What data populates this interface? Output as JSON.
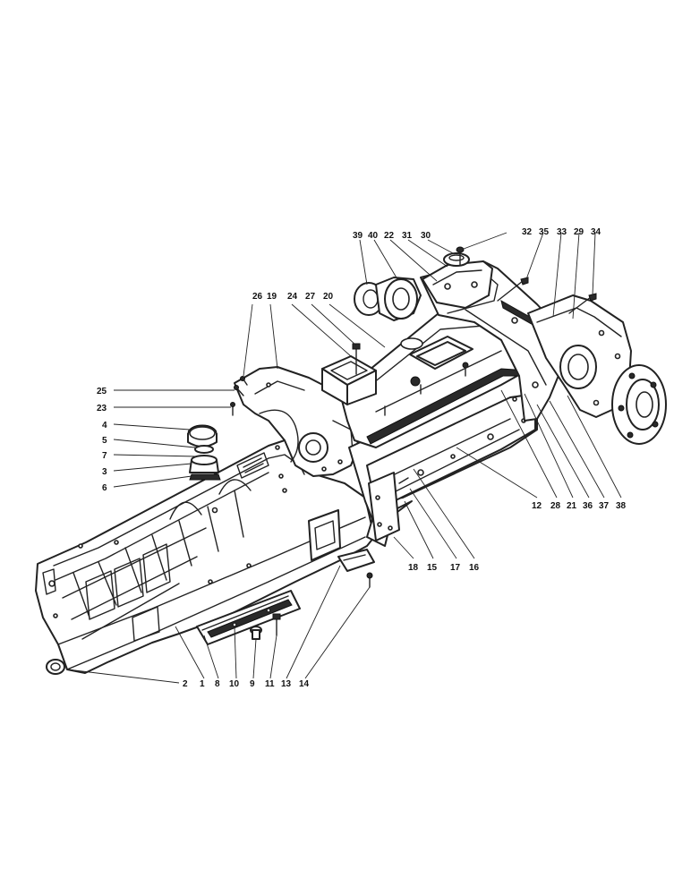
{
  "diagram": {
    "callouts": [
      {
        "id": "c1",
        "text": "1"
      },
      {
        "id": "c2",
        "text": "2"
      },
      {
        "id": "c3",
        "text": "3"
      },
      {
        "id": "c4",
        "text": "4"
      },
      {
        "id": "c5",
        "text": "5"
      },
      {
        "id": "c6",
        "text": "6"
      },
      {
        "id": "c7",
        "text": "7"
      },
      {
        "id": "c8",
        "text": "8"
      },
      {
        "id": "c9",
        "text": "9"
      },
      {
        "id": "c10",
        "text": "10"
      },
      {
        "id": "c11",
        "text": "11"
      },
      {
        "id": "c12",
        "text": "12"
      },
      {
        "id": "c13",
        "text": "13"
      },
      {
        "id": "c14",
        "text": "14"
      },
      {
        "id": "c15",
        "text": "15"
      },
      {
        "id": "c16",
        "text": "16"
      },
      {
        "id": "c17",
        "text": "17"
      },
      {
        "id": "c18",
        "text": "18"
      },
      {
        "id": "c19",
        "text": "19"
      },
      {
        "id": "c20",
        "text": "20"
      },
      {
        "id": "c21",
        "text": "21"
      },
      {
        "id": "c22",
        "text": "22"
      },
      {
        "id": "c23",
        "text": "23"
      },
      {
        "id": "c24",
        "text": "24"
      },
      {
        "id": "c25",
        "text": "25"
      },
      {
        "id": "c26",
        "text": "26"
      },
      {
        "id": "c27",
        "text": "27"
      },
      {
        "id": "c28",
        "text": "28"
      },
      {
        "id": "c29",
        "text": "29"
      },
      {
        "id": "c30",
        "text": "30"
      },
      {
        "id": "c31",
        "text": "31"
      },
      {
        "id": "c32",
        "text": "32"
      },
      {
        "id": "c33",
        "text": "33"
      },
      {
        "id": "c34",
        "text": "34"
      },
      {
        "id": "c35",
        "text": "35"
      },
      {
        "id": "c36",
        "text": "36"
      },
      {
        "id": "c37",
        "text": "37"
      },
      {
        "id": "c38",
        "text": "38"
      },
      {
        "id": "c39",
        "text": "39"
      },
      {
        "id": "c40",
        "text": "40"
      }
    ]
  }
}
